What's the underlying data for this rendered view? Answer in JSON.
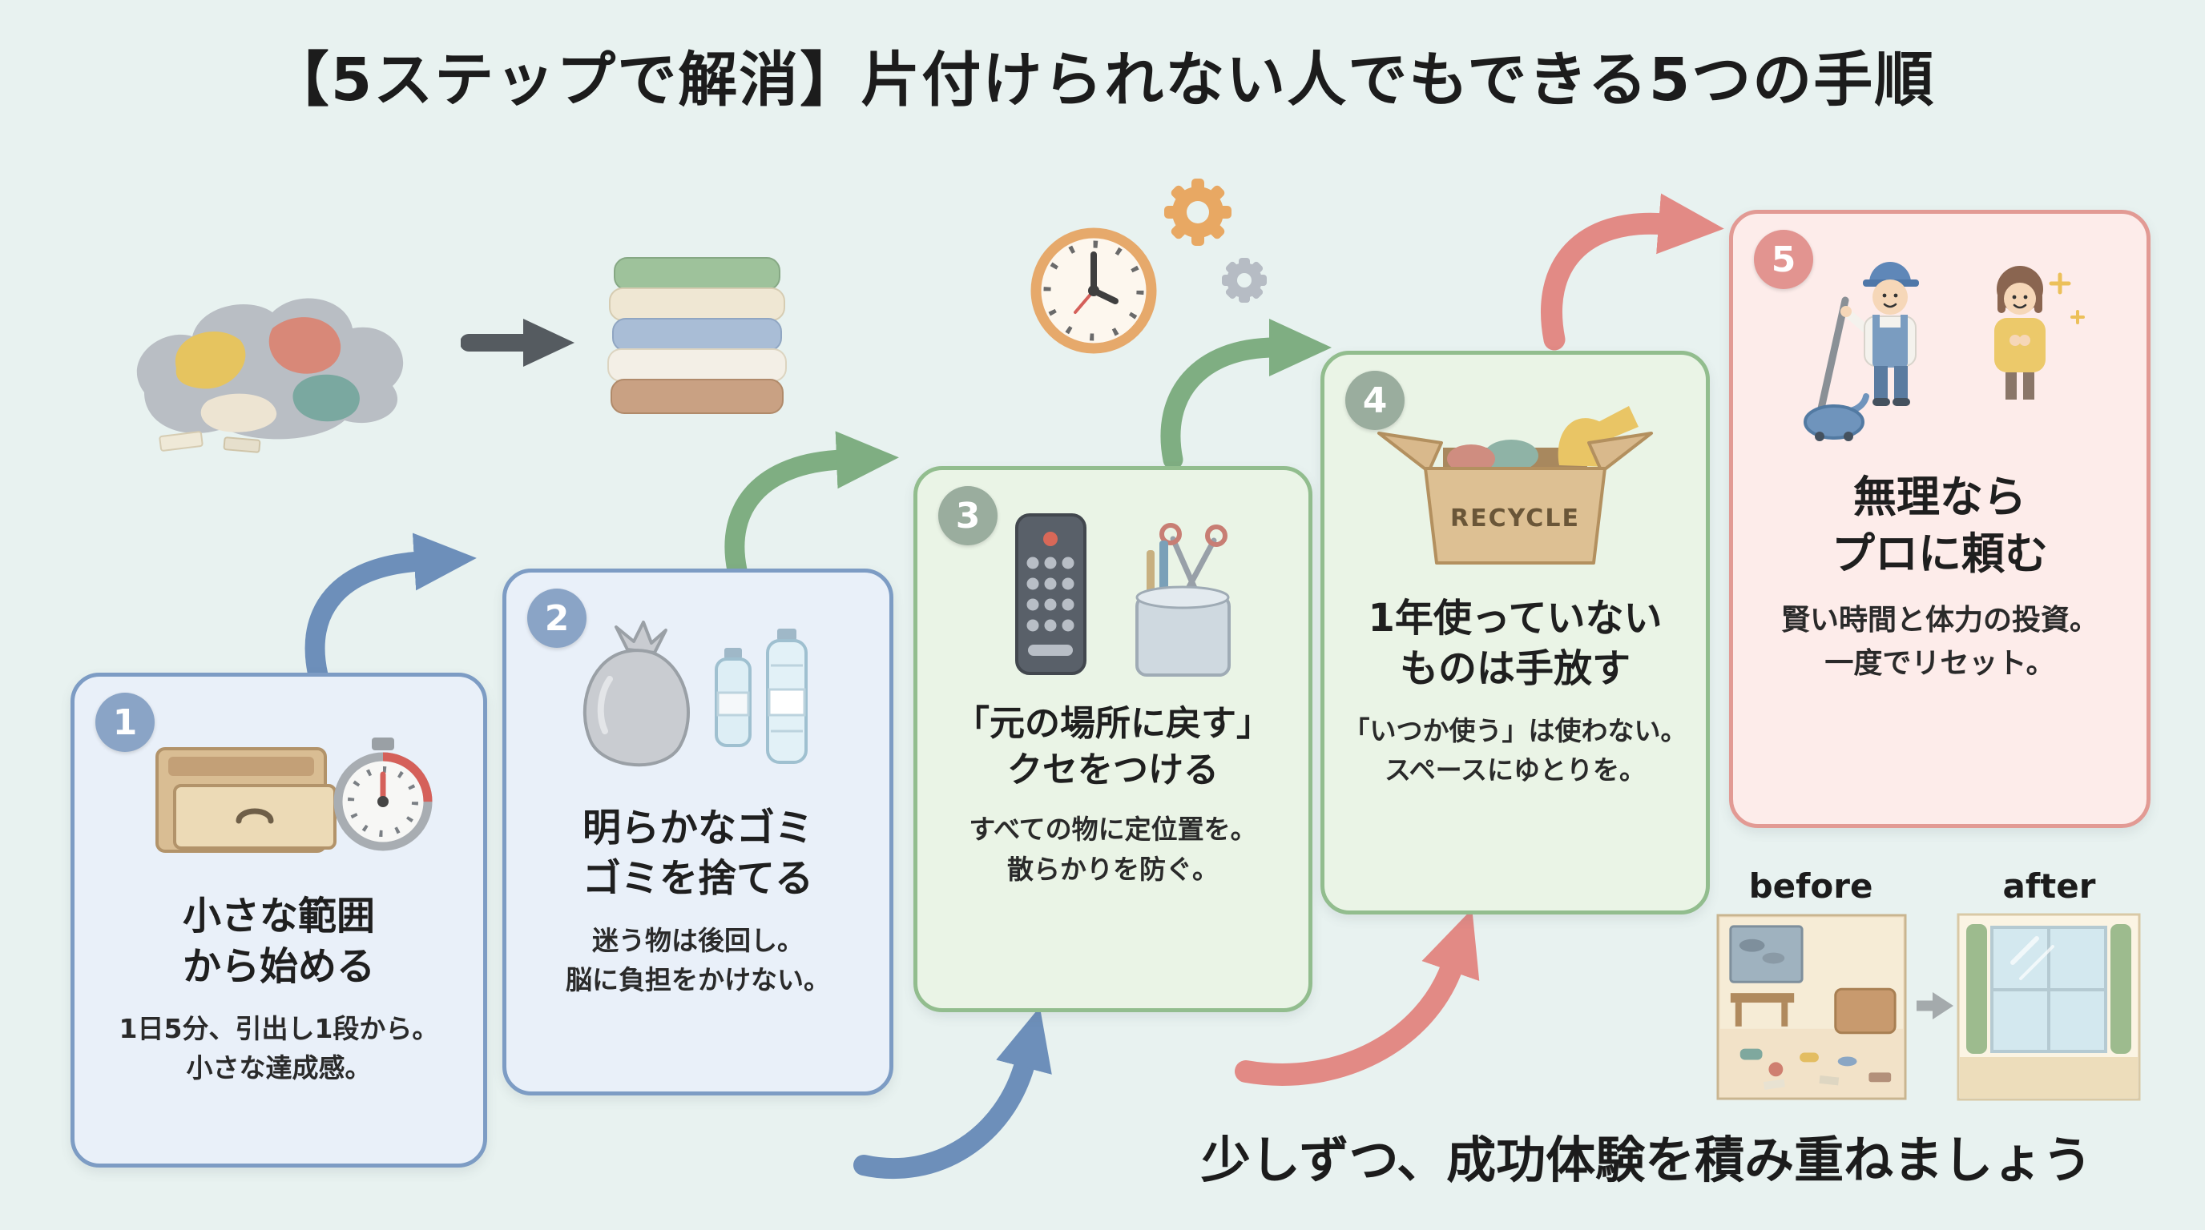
{
  "page": {
    "title": "【5ステップで解消】片付けられない人でもできる5つの手順",
    "footer": "少しずつ、成功体験を積み重ねましょう",
    "background_color": "#e8f2f0"
  },
  "steps": [
    {
      "number": "1",
      "theme": "blue",
      "heading": "小さな範囲\nから始める",
      "body": "1日5分、引出し1段から。\n小さな達成感。"
    },
    {
      "number": "2",
      "theme": "blue",
      "heading": "明らかなゴミ\nゴミを捨てる",
      "body": "迷う物は後回し。\n脳に負担をかけない。"
    },
    {
      "number": "3",
      "theme": "green",
      "heading": "「元の場所に戻す」\nクセをつける",
      "body": "すべての物に定位置を。\n散らかりを防ぐ。"
    },
    {
      "number": "4",
      "theme": "green",
      "heading": "1年使っていない\nものは手放す",
      "body": "「いつか使う」は使わない。\nスペースにゆとりを。"
    },
    {
      "number": "5",
      "theme": "pink",
      "heading": "無理なら\nプロに頼む",
      "body": "賢い時間と体力の投資。\n一度でリセット。"
    }
  ],
  "labels": {
    "recycle": "RECYCLE",
    "before": "before",
    "after": "after"
  },
  "icons": {
    "messy-clothes-pile-illustration": "pile of unfolded clothes",
    "fold-arrow-icon": "dark arrow from messy to folded",
    "folded-clothes-illustration": "stack of folded clothes",
    "clock-icon": "analog clock",
    "gears-icon": "two gears",
    "drawer-timer-icon": "open drawer with stopwatch",
    "trash-bag-bottles-icon": "garbage bag and plastic bottles",
    "remote-pen-cup-icon": "remote control and pen cup with scissors",
    "recycle-box-icon": "open RECYCLE box with clothes",
    "cleaning-pro-icon": "cleaning professional with vacuum and happy client",
    "before-room-illustration": "messy room",
    "after-room-illustration": "tidy room with bright window"
  },
  "colors": {
    "blue_card_bg": "#e9f0f9",
    "blue_card_border": "#7d9cc4",
    "green_card_bg": "#eaf4e6",
    "green_card_border": "#92bd8e",
    "pink_card_bg": "#fdecea",
    "pink_card_border": "#e29a94",
    "badge_blue": "#8aa4c6",
    "badge_green": "#9aad9e",
    "badge_pink": "#e29490",
    "arrow_blue": "#6d8fba",
    "arrow_green": "#7fae82",
    "arrow_red": "#e28a85",
    "title_text": "#1c1c1c"
  }
}
